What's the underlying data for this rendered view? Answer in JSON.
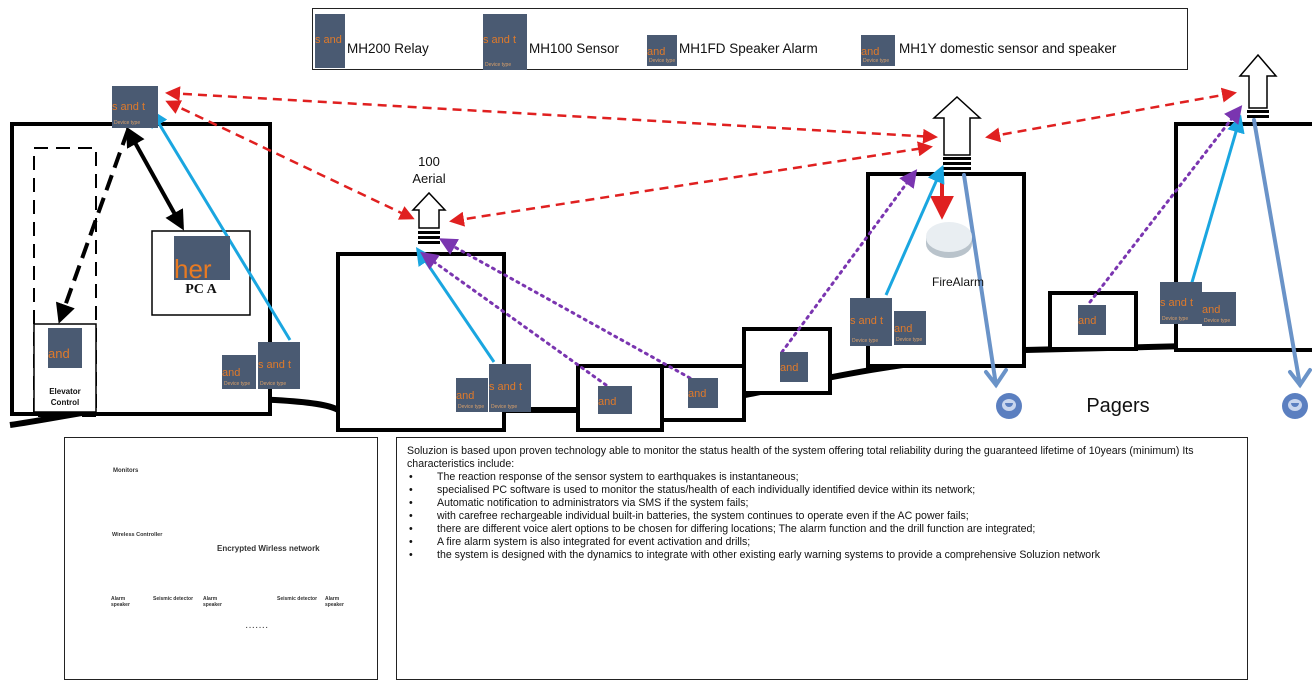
{
  "legend": {
    "relay": "MH200 Relay",
    "sensor": "MH100 Sensor",
    "speaker_alarm": "MH1FD Speaker Alarm",
    "domestic": "MH1Y domestic sensor and speaker"
  },
  "labels": {
    "pc": "PC A",
    "elevator_line1": "Elevator",
    "elevator_line2": "Control",
    "aerial_line1": "100",
    "aerial_line2": "Aerial",
    "firealarm": "FireAlarm",
    "pagers": "Pagers"
  },
  "device_text": {
    "sensor": "s and t",
    "sensor_small": "Device type",
    "alarm": "and",
    "pc": "her"
  },
  "network_panel": {
    "monitors": "Monitors",
    "controller": "Wireless Controller",
    "network": "Encrypted Wirless network",
    "alarm_speaker": "Alarm speaker",
    "seismic": "Seismic detector",
    "dots": "·······"
  },
  "description": {
    "intro": "Soluzion is based upon proven technology able to monitor the status health of the system offering total reliability during the guaranteed lifetime of 10years (minimum) Its characteristics include:",
    "bullets": [
      "The reaction response of the sensor system to earthquakes is instantaneous;",
      "specialised PC software is used to monitor the status/health of each individually identified device within its network;",
      "Automatic notification to administrators via SMS if the system fails;",
      "with carefree rechargeable individual built-in batteries, the system continues to operate even if the AC power fails;",
      "there are different voice alert options to be chosen for differing locations; The alarm function and the drill function are integrated;",
      "A fire alarm system is also integrated for event activation and drills;",
      "the system is designed with the dynamics to integrate with other existing early warning  systems to provide a comprehensive Soluzion network"
    ]
  },
  "colors": {
    "red_link": "#e02020",
    "blue_link": "#1aa6e0",
    "purple_link": "#7a35b0",
    "pager_line": "#6a93c8",
    "device": "#4a5a72"
  }
}
